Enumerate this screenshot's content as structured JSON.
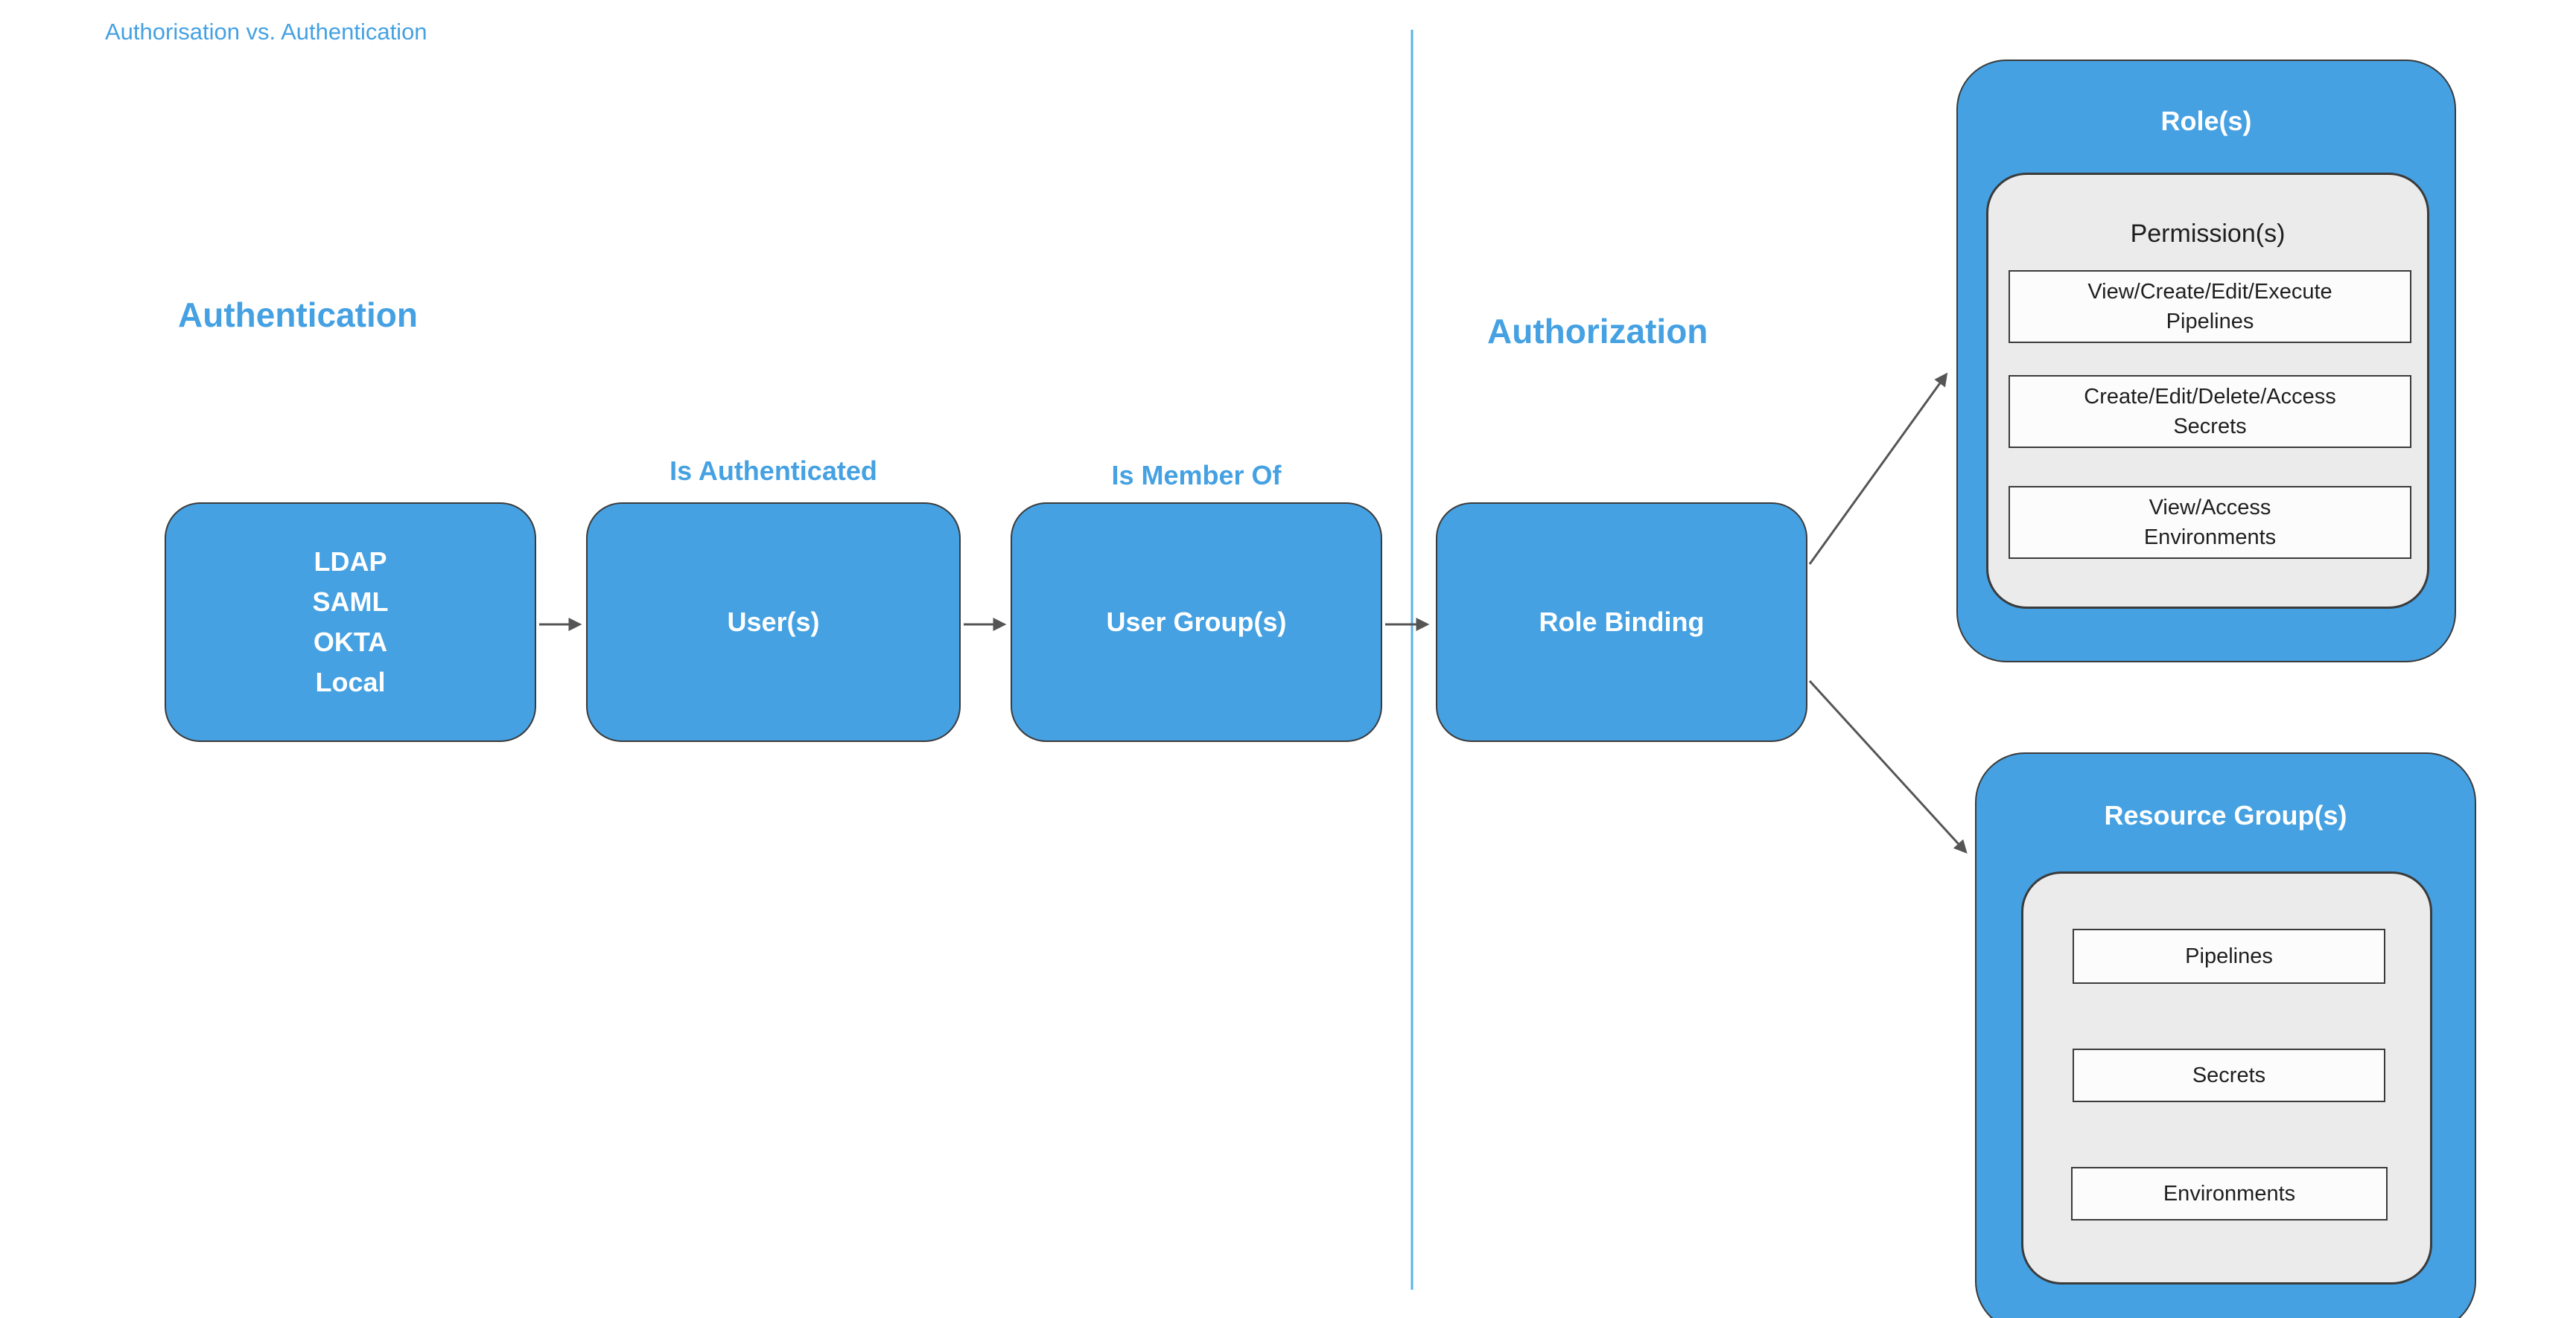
{
  "title": "Authorisation vs. Authentication",
  "colors": {
    "accent": "#45a1e2",
    "node-blue": "#45a1e2",
    "divider": "#58b2e8",
    "arrow": "#555555",
    "panel-gray": "#ebebeb",
    "border-dark": "#3b3b3b",
    "inner-box-bg": "#fcfcfc",
    "node-text": "#ffffff",
    "dark-text": "#1f1f1f"
  },
  "sections": {
    "authentication": {
      "heading": "Authentication"
    },
    "authorization": {
      "heading": "Authorization"
    }
  },
  "flow": {
    "providers_box": {
      "lines": [
        "LDAP",
        "SAML",
        "OKTA",
        "Local"
      ]
    },
    "users_box": {
      "label": "User(s)"
    },
    "user_groups_box": {
      "label": "User Group(s)"
    },
    "role_binding_box": {
      "label": "Role Binding"
    },
    "labels": {
      "is_authenticated": "Is Authenticated",
      "is_member_of": "Is Member Of"
    }
  },
  "roles": {
    "heading": "Role(s)",
    "permissions_title": "Permission(s)",
    "permissions": [
      [
        "View/Create/Edit/Execute",
        "Pipelines"
      ],
      [
        "Create/Edit/Delete/Access",
        "Secrets"
      ],
      [
        "View/Access",
        "Environments"
      ]
    ]
  },
  "resource_groups": {
    "heading": "Resource Group(s)",
    "items": [
      "Pipelines",
      "Secrets",
      "Environments"
    ]
  }
}
